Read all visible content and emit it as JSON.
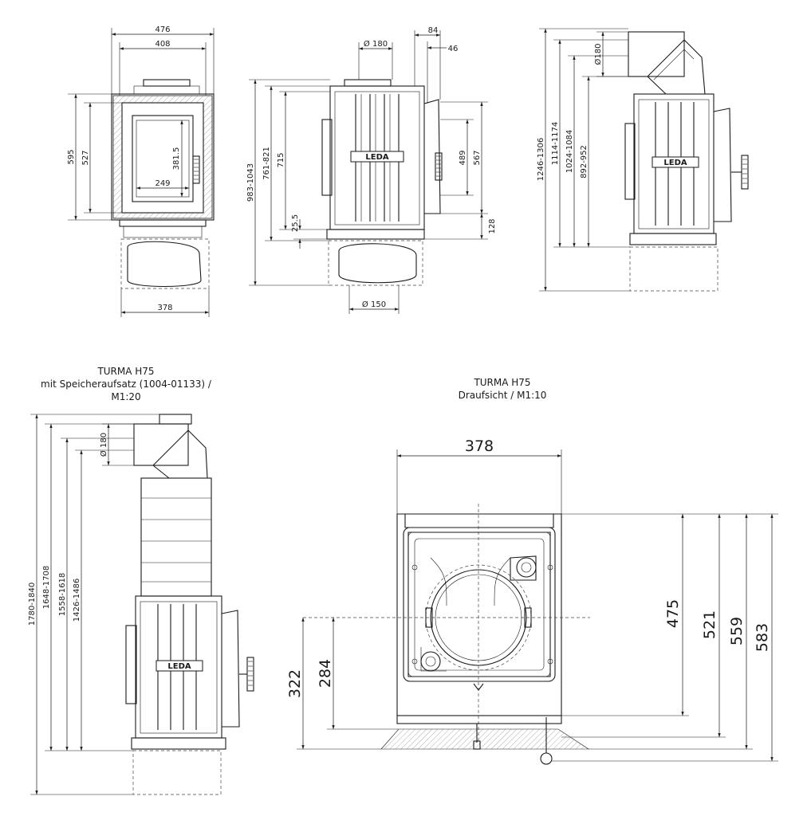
{
  "logo_text": "LEDA",
  "view1": {
    "dims": {
      "w_outer": "476",
      "w_inner": "408",
      "h_outer": "595",
      "h_inner": "527",
      "glass_h": "381.5",
      "glass_w": "249",
      "base_w": "378"
    }
  },
  "view2": {
    "dims": {
      "d_top": "Ø 180",
      "d_bottom": "Ø 150",
      "off1": "84",
      "off2": "46",
      "h_total": "983-1043",
      "h_mid": "761-821",
      "h_body": "715",
      "h_foot": "25.5",
      "h_door": "489",
      "h_side": "567",
      "h_low": "128"
    }
  },
  "view3": {
    "dims": {
      "d_pipe": "Ø180",
      "h1": "1246-1306",
      "h2": "1114-1174",
      "h3": "1024-1084",
      "h4": "892-952"
    }
  },
  "view4": {
    "title_line1": "TURMA H75",
    "title_line2": "mit Speicheraufsatz (1004-01133) /",
    "title_line3": "M1:20",
    "dims": {
      "d_pipe": "Ø 180",
      "h1": "1780-1840",
      "h2": "1648-1708",
      "h3": "1558-1618",
      "h4": "1426-1486"
    }
  },
  "view5": {
    "title_line1": "TURMA H75",
    "title_line2": "Draufsicht / M1:10",
    "dims": {
      "w": "378",
      "d1": "475",
      "d2": "521",
      "d3": "559",
      "d4": "583",
      "c1": "322",
      "c2": "284"
    }
  }
}
